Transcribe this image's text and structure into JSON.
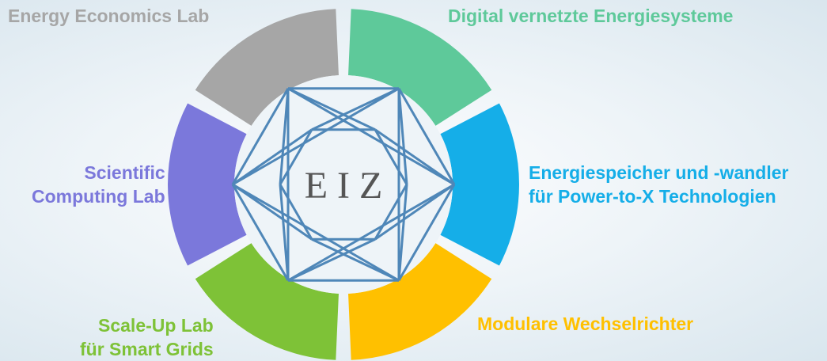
{
  "center": {
    "text": "E I Z"
  },
  "segments": [
    {
      "id": "eel",
      "lines": [
        "Energy Economics Lab"
      ],
      "color": "#a6a6a6"
    },
    {
      "id": "dve",
      "lines": [
        "Digital vernetzte Energiesysteme"
      ],
      "color": "#5ec99a"
    },
    {
      "id": "esw",
      "lines": [
        "Energiespeicher und -wandler",
        "für Power-to-X Technologien"
      ],
      "color": "#15aee8"
    },
    {
      "id": "mwr",
      "lines": [
        "Modulare Wechselrichter"
      ],
      "color": "#ffc000"
    },
    {
      "id": "sul",
      "lines": [
        "Scale-Up Lab",
        "für Smart Grids"
      ],
      "color": "#7ec237"
    },
    {
      "id": "scl",
      "lines": [
        "Scientific",
        "Computing Lab"
      ],
      "color": "#7b78db"
    }
  ],
  "line_color": "#4f87b8"
}
